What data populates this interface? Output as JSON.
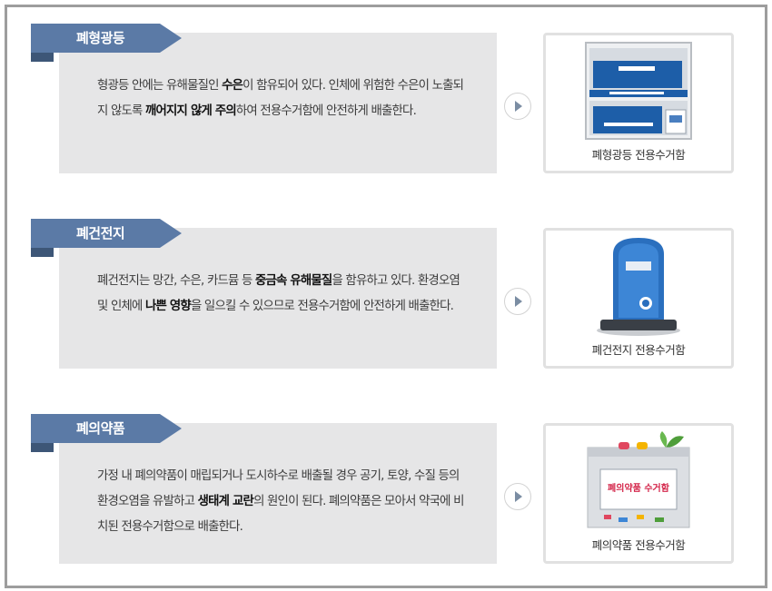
{
  "sections": [
    {
      "title": "폐형광등",
      "desc": [
        {
          "t": "형광등 안에는 유해물질인 ",
          "b": false
        },
        {
          "t": "수은",
          "b": true
        },
        {
          "t": "이 함유되어 있다. 인체에 위험한 수은이 노출되지 않도록 ",
          "b": false
        },
        {
          "t": "깨어지지 않게 주의",
          "b": true
        },
        {
          "t": "하여 전용수거함에 안전하게 배출한다.",
          "b": false
        }
      ],
      "caption": "폐형광등 전용수거함",
      "image_icon": "fluorescent-lamp-collection-box-icon"
    },
    {
      "title": "폐건전지",
      "desc": [
        {
          "t": "폐건전지는 망간, 수은, 카드뮴 등 ",
          "b": false
        },
        {
          "t": "중금속 유해물질",
          "b": true
        },
        {
          "t": "을 함유하고 있다. 환경오염 및 인체에 ",
          "b": false
        },
        {
          "t": "나쁜 영향",
          "b": true
        },
        {
          "t": "을 일으킬 수 있으므로 전용수거함에 안전하게 배출한다.",
          "b": false
        }
      ],
      "caption": "폐건전지 전용수거함",
      "image_icon": "battery-collection-box-icon"
    },
    {
      "title": "폐의약품",
      "desc": [
        {
          "t": "가정 내 폐의약품이 매립되거나 도시하수로 배출될 경우 공기, 토양, 수질 등의 환경오염을 유발하고 ",
          "b": false
        },
        {
          "t": "생태계 교란",
          "b": true
        },
        {
          "t": "의 원인이 된다. 폐의약품은 모아서 약국에 비치된 전용수거함으로 배출한다.",
          "b": false
        }
      ],
      "caption": "폐의약품 전용수거함",
      "image_icon": "medicine-collection-box-icon",
      "box_label": "폐의약품 수거함"
    }
  ],
  "colors": {
    "tab": "#5b7aa6",
    "tab_dark": "#3d5677",
    "text_box": "#e6e6e7",
    "lamp_box_blue": "#1d5ea8",
    "battery_box_blue": "#2a6fbe",
    "medicine_label_red": "#d4264a"
  }
}
